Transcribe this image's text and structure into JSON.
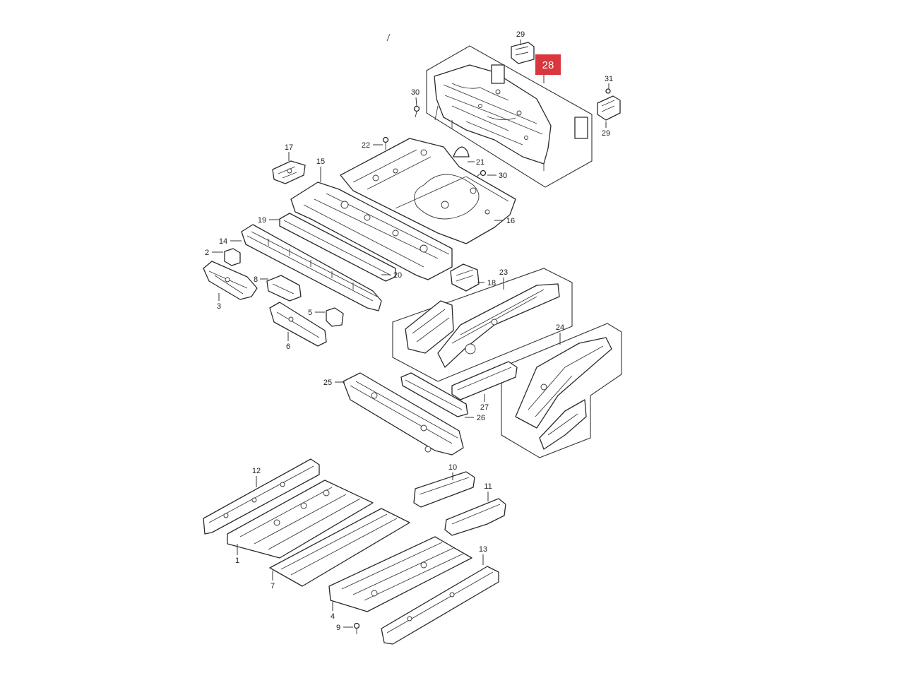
{
  "highlight": {
    "number": "28",
    "color": "#d9363e"
  },
  "callouts": {
    "c1": "1",
    "c2": "2",
    "c3": "3",
    "c4": "4",
    "c5": "5",
    "c6": "6",
    "c7": "7",
    "c8": "8",
    "c9": "9",
    "c10": "10",
    "c11": "11",
    "c12": "12",
    "c13": "13",
    "c14": "14",
    "c15": "15",
    "c16": "16",
    "c17": "17",
    "c18": "18",
    "c19": "19",
    "c20": "20",
    "c21": "21",
    "c22": "22",
    "c23": "23",
    "c24": "24",
    "c25": "25",
    "c26": "26",
    "c27": "27",
    "c29a": "29",
    "c29b": "29",
    "c30a": "30",
    "c30b": "30",
    "c31": "31"
  }
}
